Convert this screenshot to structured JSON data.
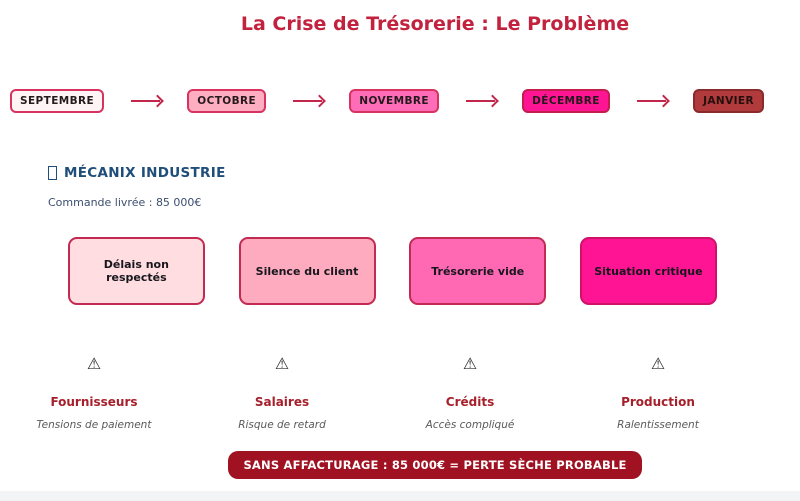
{
  "title": "La Crise de Trésorerie : Le Problème",
  "colors": {
    "title": "#c2223e",
    "arrow": "#c2274b",
    "company": "#1f4e79",
    "subtitle_text": "#3d4f6e",
    "impact_title": "#a6202c",
    "impact_detail": "#5a5a5a",
    "banner_bg": "#a01222",
    "banner_text": "#ffffff",
    "footer_strip": "#f2f4f6"
  },
  "icons": {
    "warning_glyph": "⚠"
  },
  "timeline": {
    "months": [
      {
        "label": "SEPTEMBRE",
        "bg": "#fff4f5",
        "border": "#d8335f",
        "text": "#241a1e"
      },
      {
        "label": "OCTOBRE",
        "bg": "#ffaec2",
        "border": "#d8335f",
        "text": "#241a1e"
      },
      {
        "label": "NOVEMBRE",
        "bg": "#ff6db8",
        "border": "#d8335f",
        "text": "#241a1e"
      },
      {
        "label": "DÉCEMBRE",
        "bg": "#ff1493",
        "border": "#c21d4d",
        "text": "#241a1e"
      },
      {
        "label": "JANVIER",
        "bg": "#b03a3c",
        "border": "#8a2b2b",
        "text": "#26100e"
      }
    ]
  },
  "company": {
    "icon": "factory-icon",
    "name": "MÉCANIX INDUSTRIE",
    "subtitle": "Commande livrée : 85 000€"
  },
  "stages": [
    {
      "label": "Délais non respectés",
      "bg": "#ffdde1",
      "border": "#c22a52"
    },
    {
      "label": "Silence du client",
      "bg": "#ffabbf",
      "border": "#c22a52"
    },
    {
      "label": "Trésorerie vide",
      "bg": "#ff69b4",
      "border": "#c22a52"
    },
    {
      "label": "Situation critique",
      "bg": "#ff1493",
      "border": "#cf1168"
    }
  ],
  "impacts": [
    {
      "icon": "warning-icon",
      "title": "Fournisseurs",
      "detail": "Tensions de paiement"
    },
    {
      "icon": "warning-icon",
      "title": "Salaires",
      "detail": "Risque de retard"
    },
    {
      "icon": "warning-icon",
      "title": "Crédits",
      "detail": "Accès compliqué"
    },
    {
      "icon": "warning-icon",
      "title": "Production",
      "detail": "Ralentissement"
    }
  ],
  "banner": {
    "label": "SANS AFFACTURAGE : 85 000€ = PERTE SÈCHE PROBABLE"
  }
}
